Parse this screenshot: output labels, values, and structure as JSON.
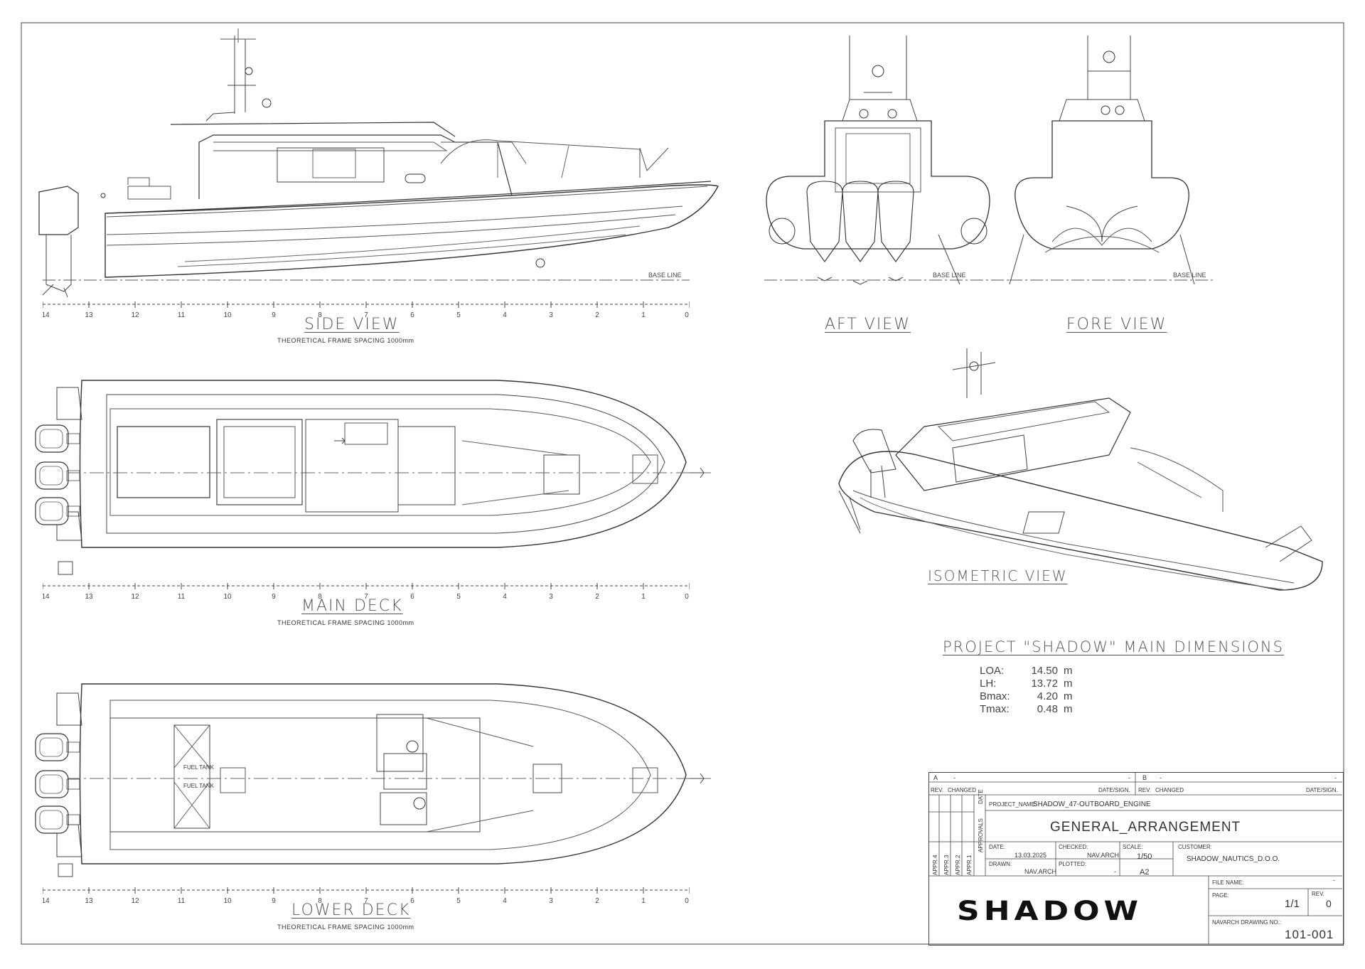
{
  "views": {
    "side": {
      "title": "SIDE VIEW",
      "subtitle": "THEORETICAL FRAME SPACING 1000mm",
      "base_line": "BASE LINE"
    },
    "aft": {
      "title": "AFT VIEW",
      "base_line": "BASE LINE"
    },
    "fore": {
      "title": "FORE VIEW",
      "base_line": "BASE LINE"
    },
    "isometric": {
      "title": "ISOMETRIC VIEW"
    },
    "main_deck": {
      "title": "MAIN DECK",
      "subtitle": "THEORETICAL FRAME SPACING 1000mm"
    },
    "lower_deck": {
      "title": "LOWER DECK",
      "subtitle": "THEORETICAL FRAME SPACING 1000mm",
      "fuel_tank_1": "FUEL TANK",
      "fuel_tank_2": "FUEL TANK"
    }
  },
  "frame_scale": [
    "14",
    "13",
    "12",
    "11",
    "10",
    "9",
    "8",
    "7",
    "6",
    "5",
    "4",
    "3",
    "2",
    "1",
    "0"
  ],
  "main_dimensions": {
    "title": "PROJECT \"SHADOW\" MAIN DIMENSIONS",
    "rows": [
      {
        "key": "LOA:",
        "value": "14.50",
        "unit": "m"
      },
      {
        "key": "LH:",
        "value": "13.72",
        "unit": "m"
      },
      {
        "key": "Bmax:",
        "value": "4.20",
        "unit": "m"
      },
      {
        "key": "Tmax:",
        "value": "0.48",
        "unit": "m"
      }
    ]
  },
  "title_block": {
    "rev_a": "A",
    "rev_b": "B",
    "dash": "-",
    "rev_label": "REV.",
    "changed_label": "CHANGED",
    "date_sign_label": "DATE/SIGN.",
    "project_name_label": "PROJECT_NAME:",
    "project_name": "SHADOW_47-OUTBOARD_ENGINE",
    "drawing_title": "GENERAL_ARRANGEMENT",
    "date_col_label": "DATE",
    "approvals_label": "APPROVALS",
    "appr": [
      "APPR.4",
      "APPR.3",
      "APPR.2",
      "APPR.1"
    ],
    "date_label": "DATE:",
    "date": "13.03.2025",
    "drawn_label": "DRAWN:",
    "drawn": "NAV.ARCH",
    "checked_label": "CHECKED:",
    "checked": "NAV.ARCH",
    "plotted_label": "PLOTTED:",
    "plotted": "-",
    "scale_label": "SCALE:",
    "scale": "1/50",
    "paper": "A2",
    "customer_label": "CUSTOMER:",
    "customer": "SHADOW_NAUTICS_D.O.O.",
    "file_name_label": "FILE NAME:",
    "file_name": "-",
    "page_label": "PAGE:",
    "page": "1/1",
    "rev_value_label": "REV.",
    "rev_value": "0",
    "drawing_no_label": "NAVARCH DRAWING NO.:",
    "drawing_no": "101-001",
    "logo": "SHADOW"
  }
}
